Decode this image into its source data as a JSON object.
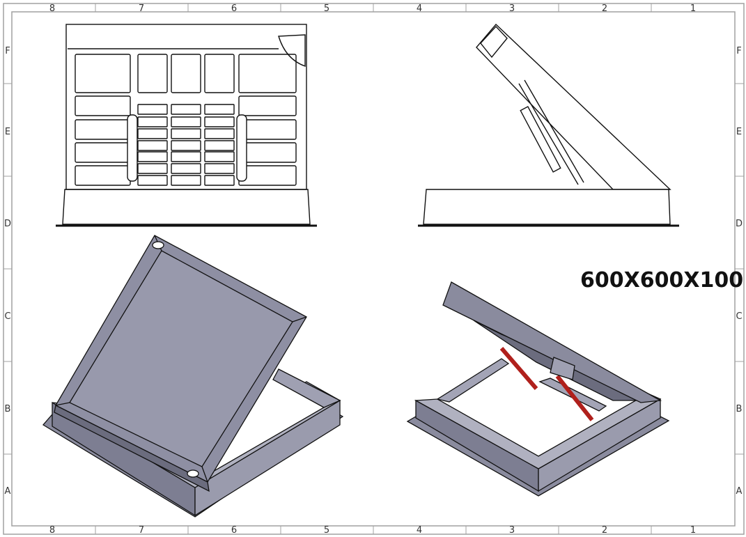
{
  "sheet": {
    "column_labels": [
      "8",
      "7",
      "6",
      "5",
      "4",
      "3",
      "2",
      "1"
    ],
    "row_labels": [
      "F",
      "E",
      "D",
      "C",
      "B",
      "A"
    ],
    "part_size_label": "600X600X100"
  },
  "views": [
    "front-view",
    "side-view",
    "isometric-view-lid-open",
    "isometric-view-gas-struts"
  ],
  "colors": {
    "border": "#a0a0a0",
    "line": "#111111",
    "steel_face": "#8a8b9e",
    "steel_light": "#a9aabb",
    "steel_dark": "#6b6c7e",
    "gas_strut": "#b0201c"
  }
}
